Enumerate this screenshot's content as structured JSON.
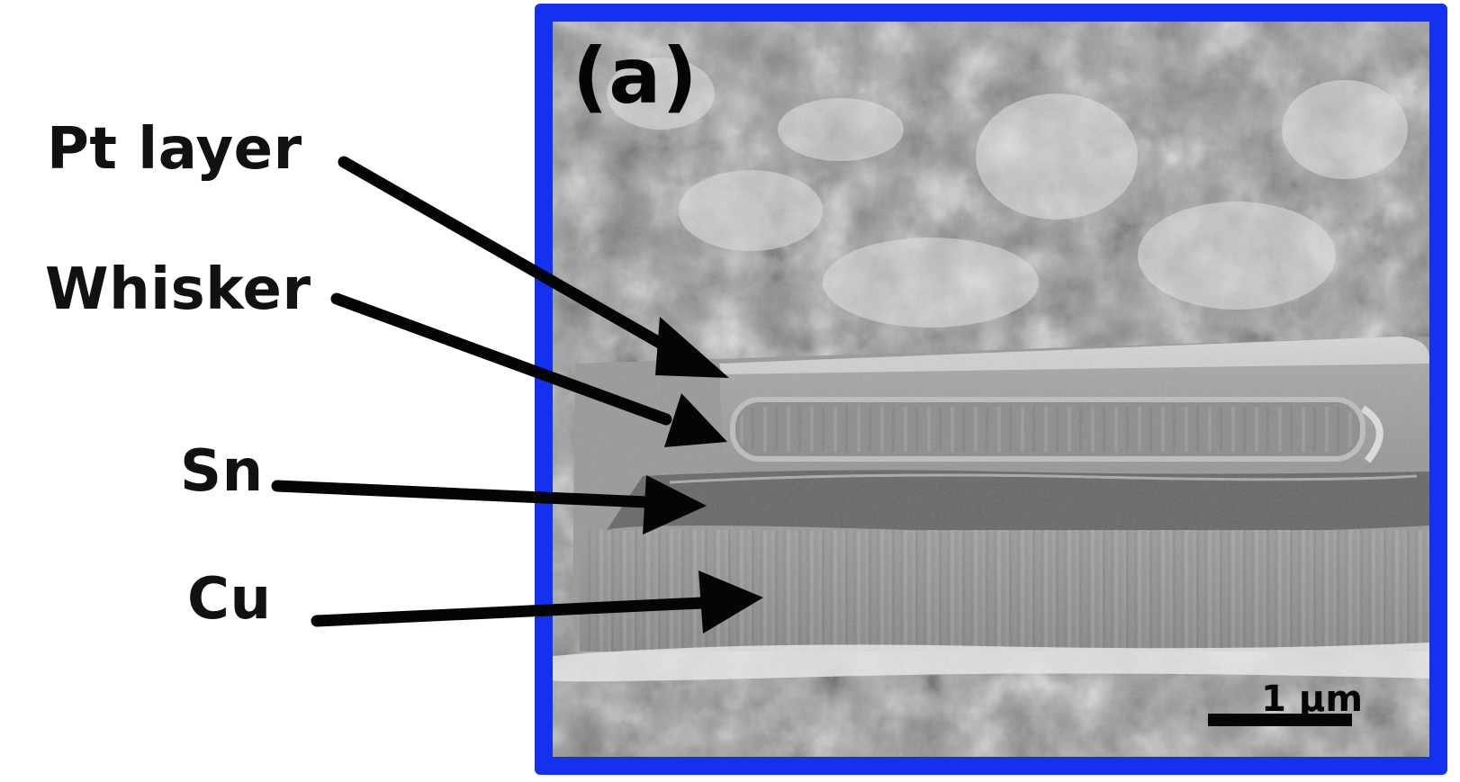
{
  "figure": {
    "panel_label": "(a)",
    "scale_bar_label": "1 µm",
    "frame_color": "#1430f0",
    "callouts": [
      {
        "name": "pt-layer",
        "label": "Pt layer"
      },
      {
        "name": "whisker",
        "label": "Whisker"
      },
      {
        "name": "sn",
        "label": "Sn"
      },
      {
        "name": "cu",
        "label": "Cu"
      }
    ]
  }
}
